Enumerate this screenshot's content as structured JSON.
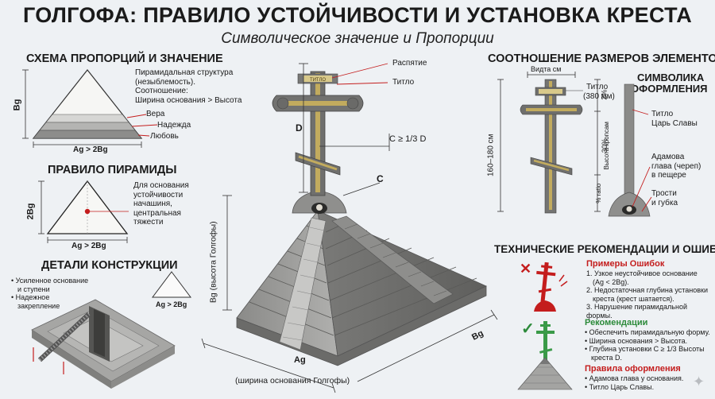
{
  "header": {
    "title": "ГОЛГОФА: ПРАВИЛО УСТОЙЧИВОСТИ И УСТАНОВКА КРЕСТА",
    "subtitle": "Символическое значение и Пропорции"
  },
  "proportions": {
    "heading": "СХЕМА ПРОПОРЦИЙ И ЗНАЧЕНИЕ",
    "note_lines": [
      "Пирамидальная структура",
      "(незыблемость).",
      "Соотношение:",
      "Ширина основания > Высота"
    ],
    "levels": [
      "Вера",
      "Надежда",
      "Любовь"
    ],
    "height_label": "Bg",
    "base_label": "Ag > 2Bg"
  },
  "pyramid_rule": {
    "heading": "ПРАВИЛО ПИРАМИДЫ",
    "note_lines": [
      "Для основания",
      "устойчивости",
      "начашиня,",
      "центральная",
      "тяжести"
    ],
    "height_label": "2Bg",
    "base_label": "Ag > 2Bg"
  },
  "construction": {
    "heading": "ДЕТАЛИ КОНСТРУКЦИИ",
    "bullets": [
      "Усиленное основание",
      "и ступени",
      "Надежное",
      "закрепление"
    ],
    "mini_label": "Ag > 2Bg"
  },
  "center": {
    "label_crucifix": "Распятие",
    "label_titlo": "Титло",
    "label_d": "D",
    "label_c_cond": "C ≥ 1/3 D",
    "label_c": "C",
    "label_height": "Bg (высота Голгофы)",
    "label_width": "Ag",
    "label_width_note": "(ширина основания Голгофы)",
    "label_depth": "Bg",
    "cross_plate": "ТИТЛО"
  },
  "sizes": {
    "heading": "СООТНОШЕНИЕ РАЗМЕРОВ ЭЛЕМЕНТОВ",
    "width_label": "Видта см",
    "titlo_label": "Титло",
    "titlo_size": "(380 мм)",
    "height_label": "160–180 см",
    "pct_top": "2%",
    "pct_mid": "30%",
    "crosspiece_label": "Высота кропсам",
    "ratio_label": "% ratio"
  },
  "symbolism": {
    "heading_line1": "СИМВОЛИКА",
    "heading_line2": "ОФОРМЛЕНИЯ",
    "item1_lines": [
      "Титло",
      "Царь Славы"
    ],
    "item2_lines": [
      "Адамова",
      "глава (череп)",
      "в пещере"
    ],
    "item3_lines": [
      "Трости",
      "и губка"
    ]
  },
  "tech": {
    "heading": "ТЕХНИЧЕСКИЕ РЕКОМЕНДАЦИИ И ОШИБКИ",
    "errors_title": "Примеры Ошибок",
    "errors": [
      "1. Узкое неустойчивое основание",
      "(Ag < 2Bg).",
      "2. Недостаточная глубина установки",
      "креста (крест шатается).",
      "3. Нарушение пирамидальной формы."
    ],
    "recs_title": "Рекомендации",
    "recs": [
      "• Обеспечить пирамидальную форму.",
      "• Ширина основания > Высота.",
      "• Глубина установки C ≥ 1/3 Высоты",
      "креста D."
    ],
    "rules_title": "Правила оформления",
    "rules": [
      "• Адамова глава у основания.",
      "• Титло Царь Славы."
    ]
  },
  "colors": {
    "stone": "#9a9a98",
    "gold": "#b8a25a",
    "error_red": "#c41d1d",
    "ok_green": "#2c8a3a",
    "background": "#eef1f4"
  }
}
